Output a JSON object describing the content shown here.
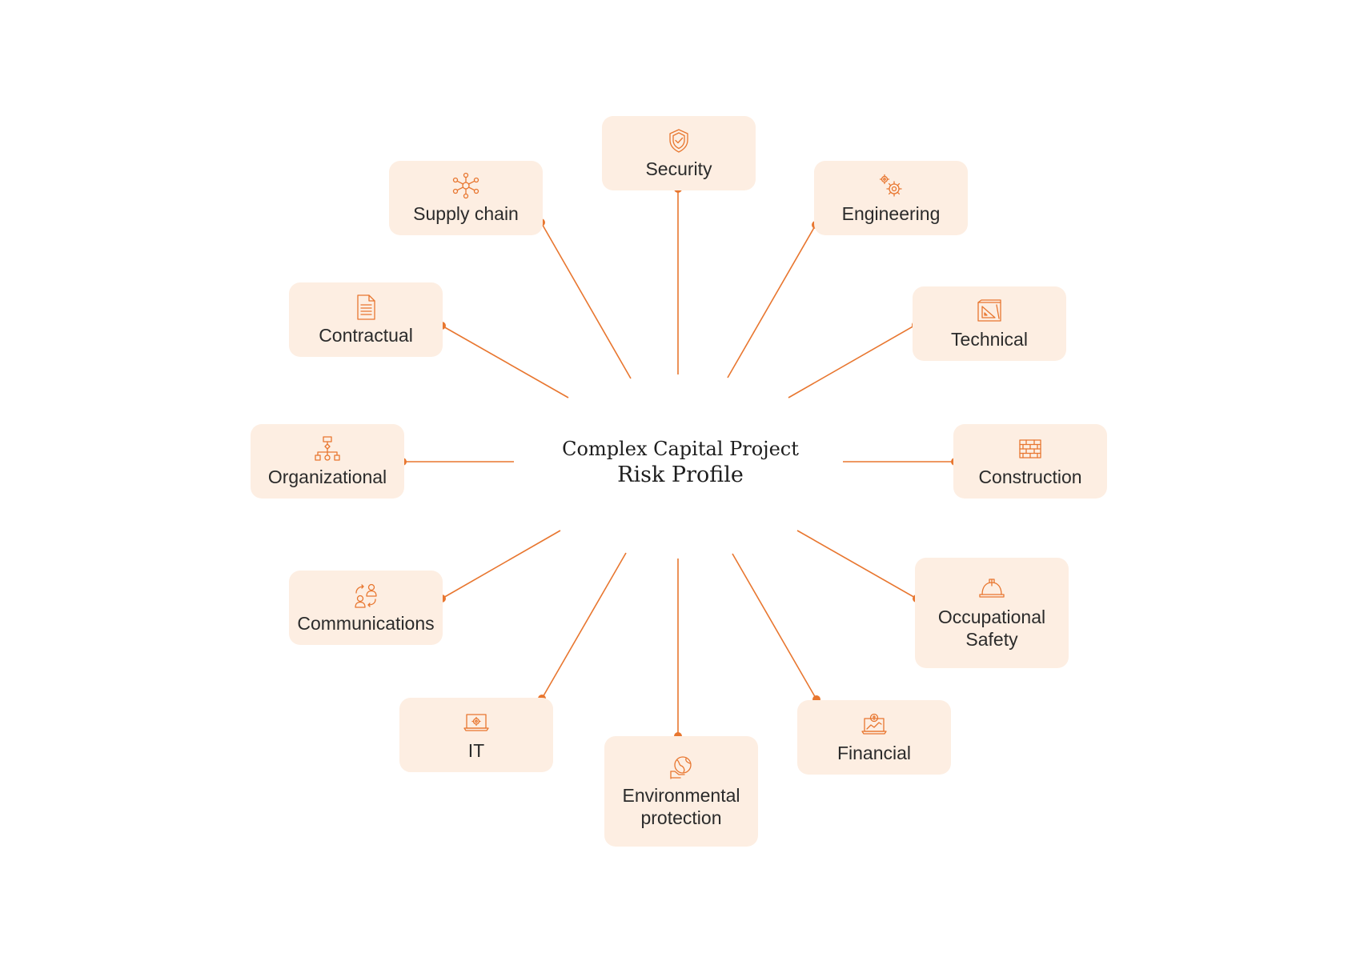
{
  "title": {
    "line1": "Complex Capital Project",
    "line2": "Risk Profile"
  },
  "accent_color": "#e8762f",
  "node_background": "#fdeee2",
  "nodes": [
    {
      "id": "security",
      "label": "Security",
      "icon": "shield-check-icon"
    },
    {
      "id": "engineering",
      "label": "Engineering",
      "icon": "gears-icon"
    },
    {
      "id": "technical",
      "label": "Technical",
      "icon": "blueprint-ruler-icon"
    },
    {
      "id": "construction",
      "label": "Construction",
      "icon": "brick-wall-icon"
    },
    {
      "id": "occupational-safety",
      "label": "Occupational Safety",
      "icon": "hard-hat-icon"
    },
    {
      "id": "financial",
      "label": "Financial",
      "icon": "laptop-dollar-chart-icon"
    },
    {
      "id": "environmental-protection",
      "label": "Environmental protection",
      "icon": "globe-hand-icon"
    },
    {
      "id": "it",
      "label": "IT",
      "icon": "laptop-gear-icon"
    },
    {
      "id": "communications",
      "label": "Communications",
      "icon": "people-exchange-icon"
    },
    {
      "id": "organizational",
      "label": "Organizational",
      "icon": "org-chart-icon"
    },
    {
      "id": "contractual",
      "label": "Contractual",
      "icon": "document-icon"
    },
    {
      "id": "supply-chain",
      "label": "Supply chain",
      "icon": "network-hub-icon"
    }
  ]
}
